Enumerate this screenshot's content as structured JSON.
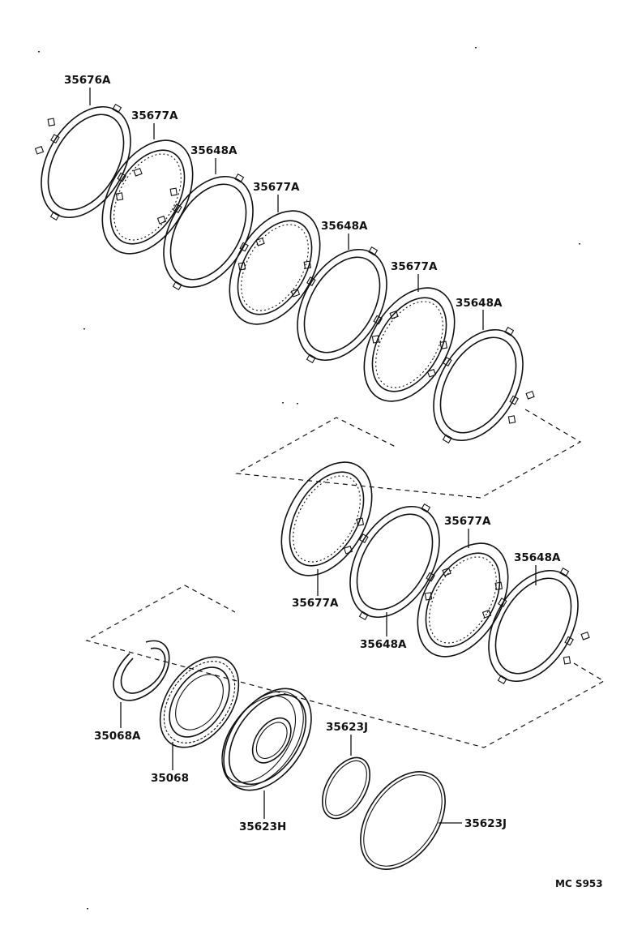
{
  "labels": {
    "l1": "35676A",
    "l2": "35677A",
    "l3": "35648A",
    "l4": "35677A",
    "l5": "35648A",
    "l6": "35677A",
    "l7": "35648A",
    "l8": "35677A",
    "l9": "35648A",
    "l10": "35677A",
    "l11": "35648A",
    "l12": "35068A",
    "l13": "35068",
    "l14": "35623H",
    "l15": "35623J",
    "l16": "35623J"
  },
  "figure_code": "MC S953"
}
